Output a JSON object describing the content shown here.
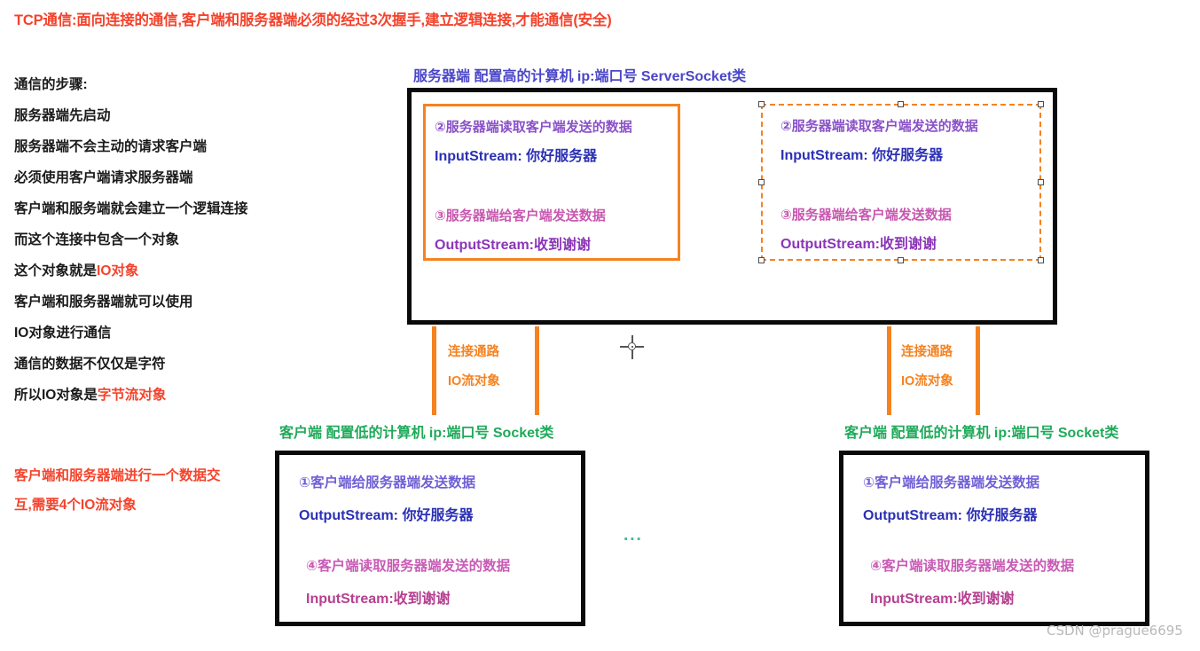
{
  "title": "TCP通信:面向连接的通信,客户端和服务器端必须的经过3次握手,建立逻辑连接,才能通信(安全)",
  "notes": {
    "lines": [
      {
        "text": "通信的步骤:",
        "highlight": ""
      },
      {
        "text": "服务器端先启动",
        "highlight": ""
      },
      {
        "text": "服务器端不会主动的请求客户端",
        "highlight": ""
      },
      {
        "text": "必须使用客户端请求服务器端",
        "highlight": ""
      },
      {
        "text": "客户端和服务端就会建立一个逻辑连接",
        "highlight": ""
      },
      {
        "text": "而这个连接中包含一个对象",
        "highlight": ""
      },
      {
        "text": "这个对象就是",
        "highlight": "IO对象"
      },
      {
        "text": "客户端和服务器端就可以使用",
        "highlight": ""
      },
      {
        "text": "IO对象进行通信",
        "highlight": ""
      },
      {
        "text": "通信的数据不仅仅是字符",
        "highlight": ""
      },
      {
        "text": "所以IO对象是",
        "highlight": "字节流对象"
      }
    ],
    "emphasis_block": [
      "客户端和服务器端进行一个数据交",
      "互,需要4个IO流对象"
    ]
  },
  "server": {
    "heading": "服务器端 配置高的计算机 ip:端口号 ServerSocket类",
    "box_left": {
      "step_read": "②服务器端读取客户端发送的数据",
      "input_stream": "InputStream: 你好服务器",
      "step_send": "③服务器端给客户端发送数据",
      "output_stream": "OutputStream:收到谢谢",
      "state": "normal"
    },
    "box_right": {
      "step_read": "②服务器端读取客户端发送的数据",
      "input_stream": "InputStream: 你好服务器",
      "step_send": "③服务器端给客户端发送数据",
      "output_stream": "OutputStream:收到谢谢",
      "state": "selected"
    }
  },
  "clients": [
    {
      "heading": "客户端 配置低的计算机 ip:端口号  Socket类",
      "step_send": "①客户端给服务器端发送数据",
      "output_stream": "OutputStream: 你好服务器",
      "step_read": "④客户端读取服务器端发送的数据",
      "input_stream": "InputStream:收到谢谢"
    },
    {
      "heading": "客户端 配置低的计算机 ip:端口号  Socket类",
      "step_send": "①客户端给服务器端发送数据",
      "output_stream": "OutputStream: 你好服务器",
      "step_read": "④客户端读取服务器端发送的数据",
      "input_stream": "InputStream:收到谢谢"
    }
  ],
  "channels": [
    {
      "label_top": "连接通路",
      "label_bottom": "IO流对象"
    },
    {
      "label_top": "连接通路",
      "label_bottom": "IO流对象"
    }
  ],
  "ellipsis": "...",
  "watermark": "CSDN @prague6695",
  "colors": {
    "title_red": "#f4432c",
    "server_blue": "#4a46c8",
    "client_green": "#1faa5a",
    "channel_orange": "#f58220",
    "frame_black": "#0a0a0a",
    "step_purple": "#8a52c8",
    "step_pink": "#c858b0",
    "stream_blue": "#2b30b5",
    "stream_purple": "#8b35b8"
  }
}
